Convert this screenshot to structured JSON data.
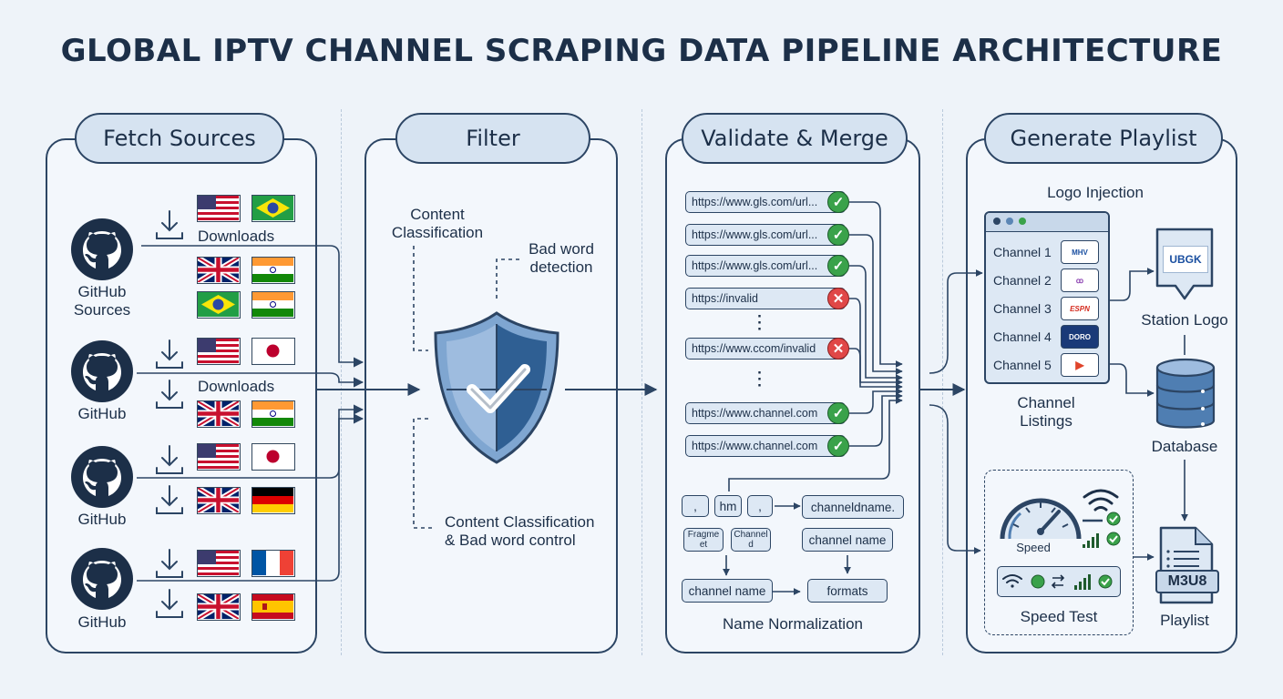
{
  "title": "GLOBAL IPTV CHANNEL SCRAPING DATA PIPELINE ARCHITECTURE",
  "stages": {
    "fetch": "Fetch Sources",
    "filter": "Filter",
    "validate": "Validate & Merge",
    "generate": "Generate Playlist"
  },
  "fetch": {
    "sources": [
      "GitHub\nSources",
      "GitHub",
      "GitHub",
      "GitHub"
    ],
    "downloads": [
      "Downloads",
      "Downloads"
    ]
  },
  "filter": {
    "content_classification": "Content\nClassification",
    "bad_word": "Bad word\ndetection",
    "combined": "Content Classification\n& Bad word control"
  },
  "validate": {
    "urls": [
      {
        "text": "https://www.gls.com/url...",
        "valid": true
      },
      {
        "text": "https://www.gls.com/url...",
        "valid": true
      },
      {
        "text": "https://www.gls.com/url...",
        "valid": true
      },
      {
        "text": "https://invalid",
        "valid": false
      },
      {
        "text": "https://www.ccom/invalid",
        "valid": false
      },
      {
        "text": "https://www.channel.com",
        "valid": true
      },
      {
        "text": "https://www.channel.com",
        "valid": true
      }
    ],
    "norm": {
      "t1": ",",
      "t2": "hm",
      "t3": ",",
      "channelname": "channeldname.",
      "fragment": "Fragme\net",
      "channeld": "Channel\nd",
      "channel_name_1": "channel name",
      "channel_name_2": "channel name",
      "formats": "formats",
      "caption": "Name Normalization"
    }
  },
  "generate": {
    "logo_injection": "Logo Injection",
    "channels": [
      "Channel 1",
      "Channel 2",
      "Channel 3",
      "Channel 4",
      "Channel 5"
    ],
    "channel_logos": [
      "MHV",
      "ꝏ",
      "ESPN",
      "DORO",
      "▶"
    ],
    "channel_listings": "Channel\nListings",
    "station_logo_text": "UBGK",
    "station_logo": "Station Logo",
    "database": "Database",
    "speed": "Speed",
    "speed_test": "Speed Test",
    "m3u8": "M3U8",
    "playlist": "Playlist"
  },
  "colors": {
    "accent": "#2c4564",
    "shield_dark": "#2f5f93",
    "shield_light": "#7fa6d1",
    "ok": "#3aa24a",
    "bad": "#e04747"
  }
}
